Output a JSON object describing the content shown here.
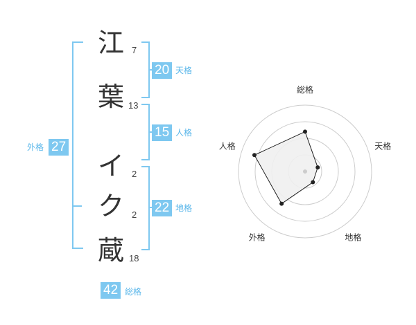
{
  "name": {
    "characters": [
      {
        "char": "江",
        "strokes": "7"
      },
      {
        "char": "葉",
        "strokes": "13"
      },
      {
        "char": "イ",
        "strokes": "2"
      },
      {
        "char": "ク",
        "strokes": "2"
      },
      {
        "char": "蔵",
        "strokes": "18"
      }
    ]
  },
  "fortune": {
    "tenkaku": {
      "value": "20",
      "label": "天格"
    },
    "jinkaku": {
      "value": "15",
      "label": "人格"
    },
    "chikaku": {
      "value": "22",
      "label": "地格"
    },
    "gaikaku": {
      "value": "27",
      "label": "外格"
    },
    "soukaku": {
      "value": "42",
      "label": "総格"
    }
  },
  "colors": {
    "accent": "#7ec8f0",
    "text": "#333333",
    "radar_fill": "#efefef"
  },
  "chart_data": {
    "type": "radar",
    "axes": [
      "総格",
      "天格",
      "地格",
      "外格",
      "人格"
    ],
    "values": [
      3,
      1,
      1,
      3,
      4
    ],
    "rmax": 5,
    "rings": 4
  }
}
